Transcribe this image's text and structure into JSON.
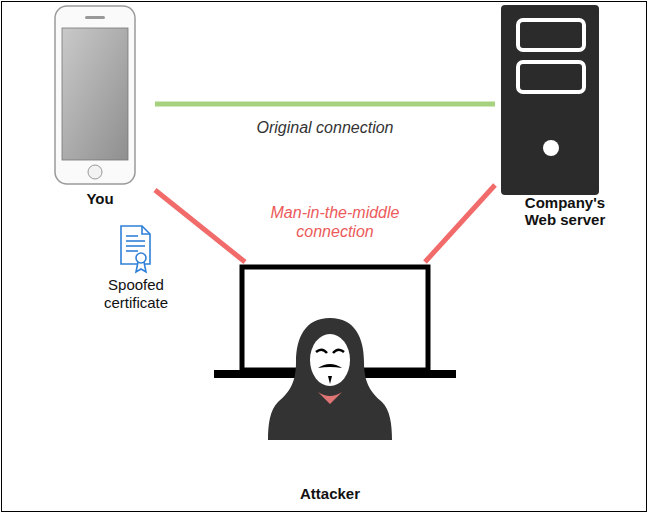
{
  "diagram": {
    "nodes": [
      {
        "text": [
          "You"
        ]
      },
      {
        "text": [
          "Company's Web server"
        ]
      },
      {
        "text": [
          "Attacker"
        ]
      }
    ],
    "edges": [
      {
        "from": 0,
        "to": 1,
        "arrow": "none",
        "label": "Original connection"
      },
      {
        "from": 0,
        "to": 2,
        "arrow": "none"
      },
      {
        "from": 2,
        "to": 1,
        "arrow": "none"
      }
    ],
    "labels": [
      "Man-in-the-middle connection",
      "Spoofed certificate"
    ]
  }
}
